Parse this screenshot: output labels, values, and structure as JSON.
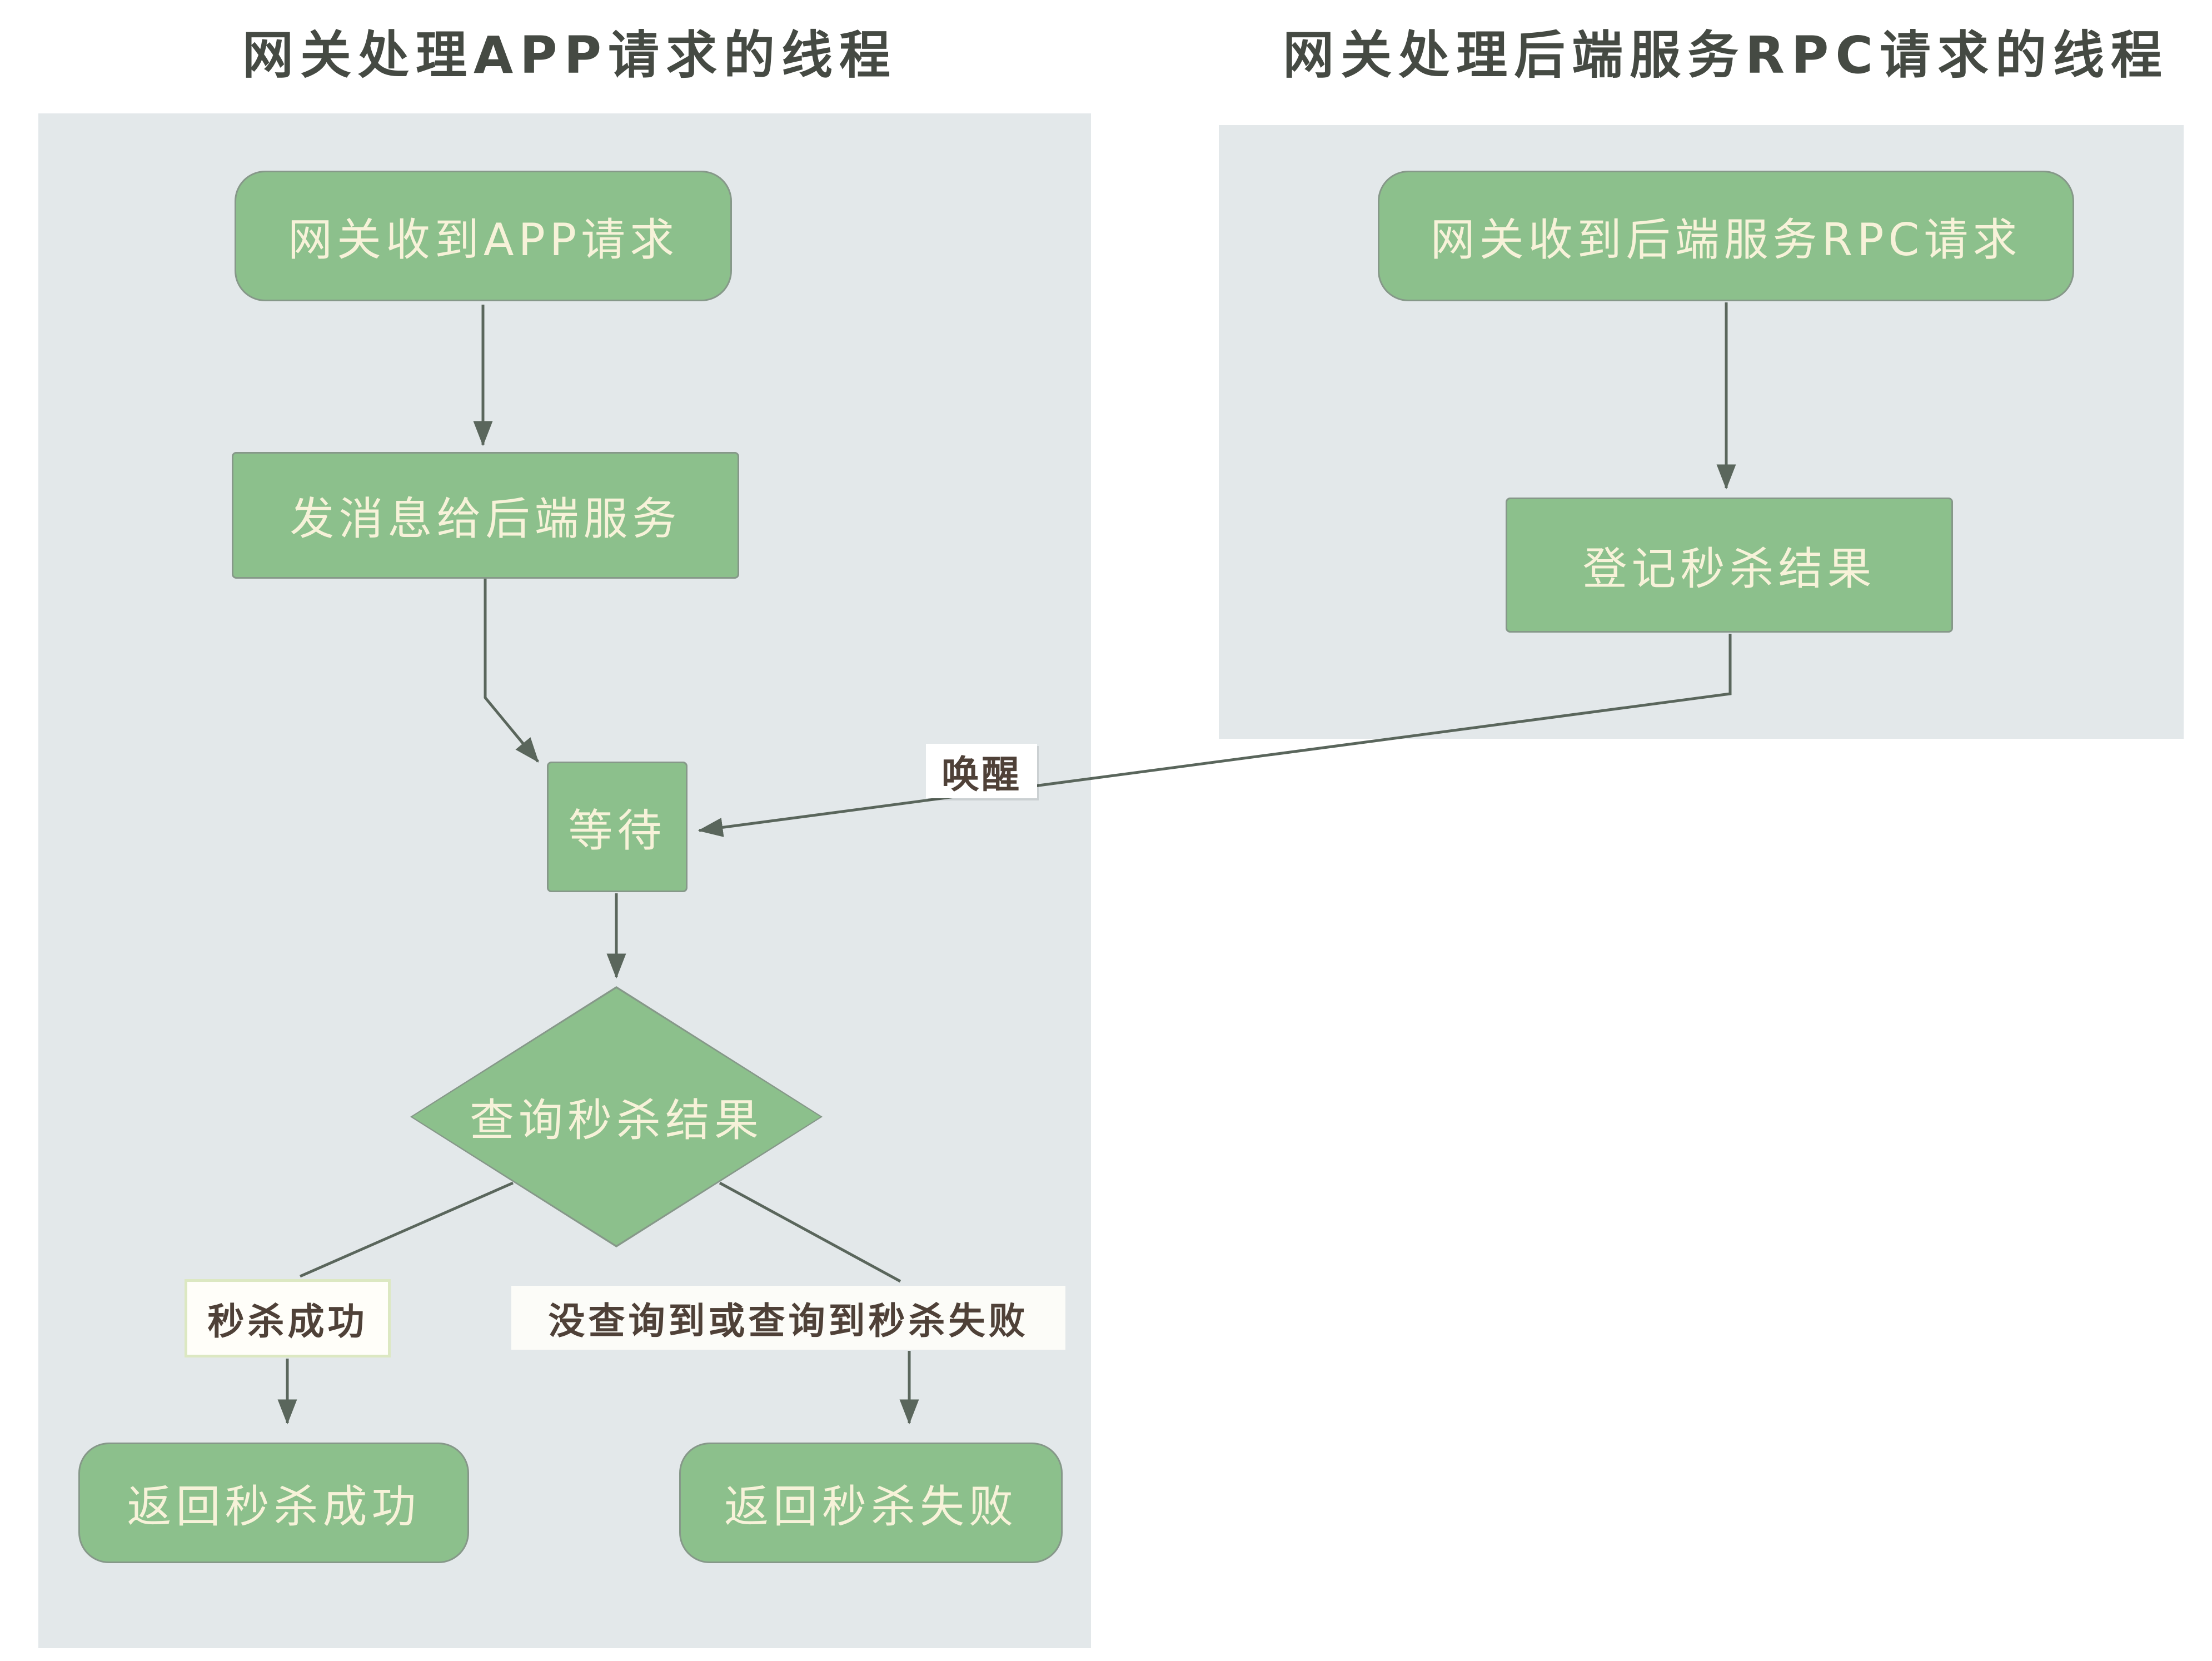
{
  "lanes": {
    "app": {
      "title": "网关处理APP请求的线程",
      "nodes": {
        "receive": "网关收到APP请求",
        "send": "发消息给后端服务",
        "wait": "等待",
        "query": "查询秒杀结果",
        "return_success": "返回秒杀成功",
        "return_fail": "返回秒杀失败"
      },
      "branch_labels": {
        "success": "秒杀成功",
        "fail": "没查询到或查询到秒杀失败"
      }
    },
    "rpc": {
      "title": "网关处理后端服务RPC请求的线程",
      "nodes": {
        "receive": "网关收到后端服务RPC请求",
        "register": "登记秒杀结果"
      }
    }
  },
  "edges": {
    "wake_label": "唤醒"
  },
  "colors": {
    "node_fill": "#8cc08c",
    "node_border": "#869889",
    "node_text": "#f7f2d9",
    "panel_bg": "#e3e8ea",
    "line": "#5a665c",
    "title_text": "#454a43",
    "branch_label_text": "#4f4138",
    "success_label_border": "#dce8c2"
  }
}
